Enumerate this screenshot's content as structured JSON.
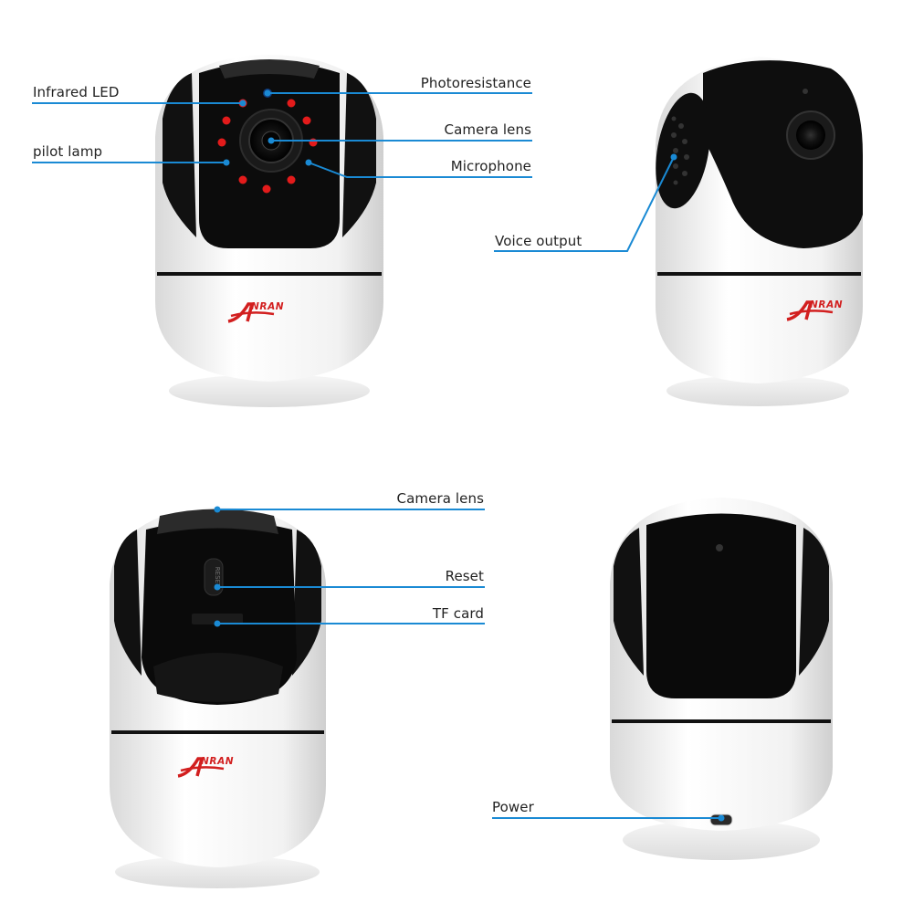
{
  "colors": {
    "leader_line": "#1a8ad4",
    "label_text": "#222222",
    "body_white": "#f4f4f4",
    "face_black": "#0c0c0c",
    "ir_led_red": "#e31b1b",
    "logo_red": "#d21f1f"
  },
  "brand": {
    "logo_initial": "A",
    "logo_rest": "NRAN"
  },
  "views": [
    {
      "name": "front",
      "labels": [
        {
          "text": "Infrared LED"
        },
        {
          "text": "pilot lamp"
        },
        {
          "text": "Photoresistance"
        },
        {
          "text": "Camera lens"
        },
        {
          "text": "Microphone"
        }
      ]
    },
    {
      "name": "side",
      "labels": [
        {
          "text": "Voice output"
        }
      ]
    },
    {
      "name": "rear-tilted",
      "labels": [
        {
          "text": "Camera lens"
        },
        {
          "text": "Reset"
        },
        {
          "text": "TF card"
        }
      ],
      "embossed_text": "RESET"
    },
    {
      "name": "back",
      "labels": [
        {
          "text": "Power"
        }
      ]
    }
  ]
}
